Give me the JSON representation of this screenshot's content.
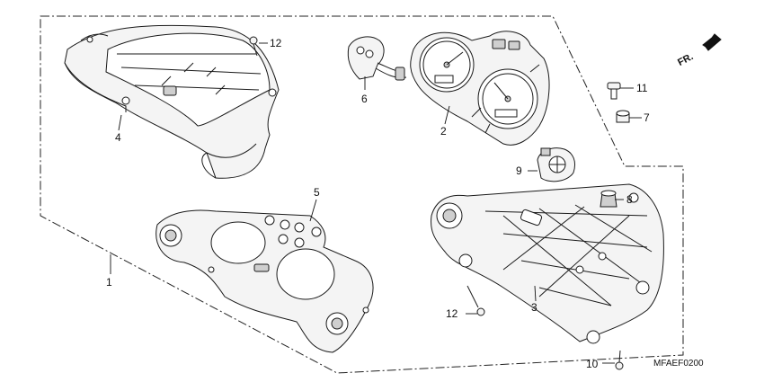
{
  "diagram_code": "MFAEF0200",
  "direction_label": "FR.",
  "callouts": [
    {
      "id": "c1",
      "text": "1"
    },
    {
      "id": "c2",
      "text": "2"
    },
    {
      "id": "c3",
      "text": "3"
    },
    {
      "id": "c4",
      "text": "4"
    },
    {
      "id": "c5",
      "text": "5"
    },
    {
      "id": "c6",
      "text": "6"
    },
    {
      "id": "c7",
      "text": "7"
    },
    {
      "id": "c8",
      "text": "8"
    },
    {
      "id": "c9",
      "text": "9"
    },
    {
      "id": "c10",
      "text": "10"
    },
    {
      "id": "c11",
      "text": "11"
    },
    {
      "id": "c12a",
      "text": "12"
    },
    {
      "id": "c12b",
      "text": "12"
    }
  ]
}
